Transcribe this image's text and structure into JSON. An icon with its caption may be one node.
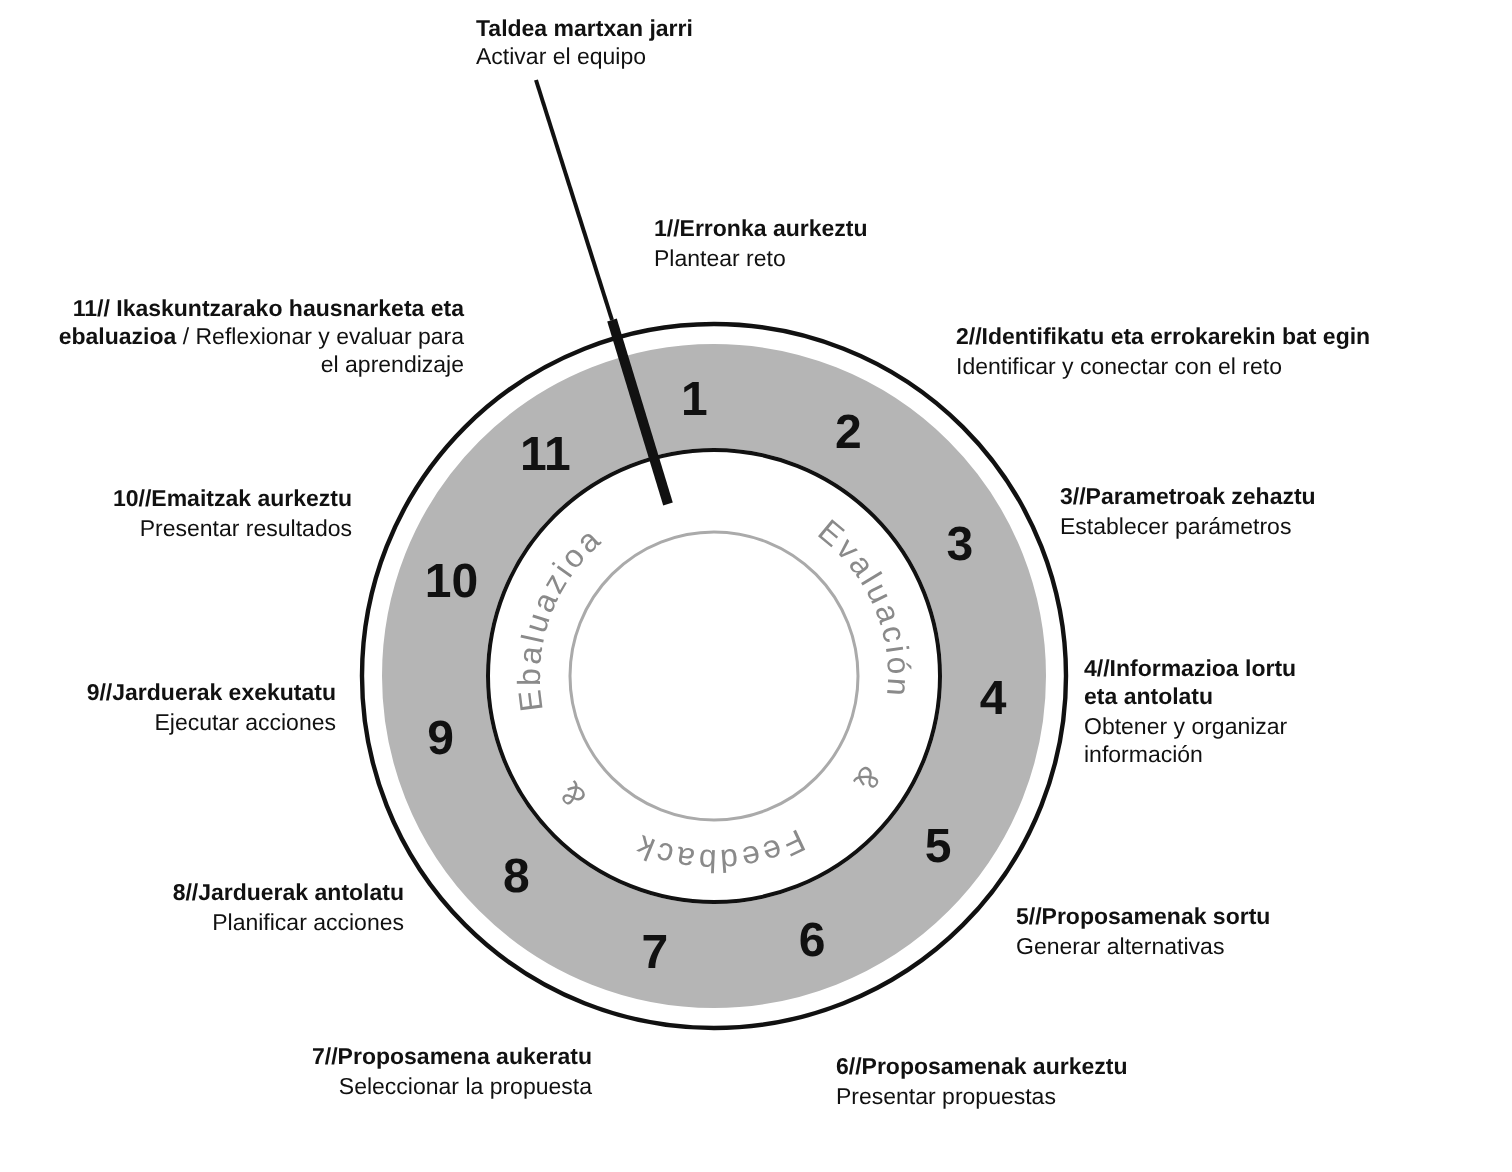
{
  "diagram": {
    "nodes": [
      {
        "text": [
          "Taldea martxan jarri",
          "Activar el equipo"
        ]
      },
      {
        "text": [],
        "shape": "bar"
      }
    ],
    "edges": [
      {
        "from": 0,
        "to": 1,
        "arrow": "none"
      }
    ],
    "labels": [
      "1//Erronka aurkeztu",
      "Plantear reto",
      "2//Identifikatu eta errokarekin bat egin",
      "Identificar y conectar con el reto",
      "3//Parametroak zehaztu",
      "Establecer parámetros",
      "4//Informazioa lortu eta antolatu",
      "Obtener y organizar información",
      "5//Proposamenak sortu",
      "Generar alternativas",
      "6//Proposamenak aurkeztu",
      "Presentar propuestas",
      "7//Proposamena aukeratu",
      "Seleccionar la propuesta",
      "8//Jarduerak antolatu",
      "Planificar acciones",
      "9//Jarduerak exekutatu",
      "Ejecutar acciones",
      "10//Emaitzak aurkeztu",
      "Presentar resultados",
      "**11// Ikaskuntzarako hausnarketa eta ebaluazioa** / Reflexionar y evaluar para el aprendizaje",
      "1",
      "2",
      "3",
      "4",
      "5",
      "6",
      "7",
      "8",
      "9",
      "10",
      "11",
      "Evaluación",
      "&",
      "Feedback",
      "&",
      "Ebaluazioa"
    ]
  }
}
